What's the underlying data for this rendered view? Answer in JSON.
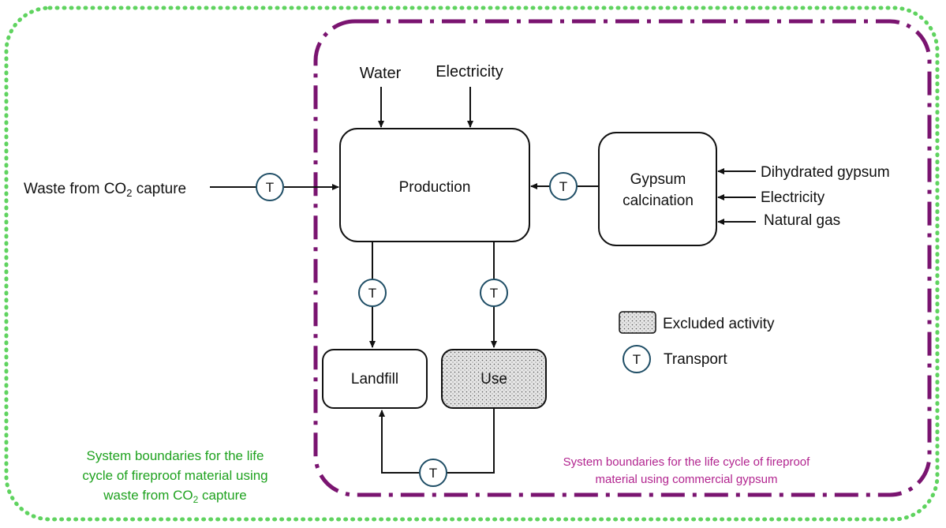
{
  "boundaries": {
    "outer_color": "#5fd35f",
    "inner_color": "#7a1470",
    "outer_label_lines": [
      "System boundaries for the life",
      "cycle of fireproof material using",
      "waste from CO",
      "2",
      " capture"
    ],
    "inner_label_lines": [
      "System boundaries for the life cycle of fireproof",
      "material using commercial gypsum"
    ]
  },
  "inputs": {
    "water": "Water",
    "electricity": "Electricity",
    "waste_prefix": "Waste from CO",
    "waste_sub": "2",
    "waste_suffix": " capture",
    "gypsum_inputs": [
      "Dihydrated gypsum",
      "Electricity",
      "Natural gas"
    ]
  },
  "boxes": {
    "production": "Production",
    "gypsum_line1": "Gypsum",
    "gypsum_line2": "calcination",
    "landfill": "Landfill",
    "use": "Use"
  },
  "transport_symbol": "T",
  "legend": {
    "excluded": "Excluded activity",
    "transport": "Transport"
  },
  "colors": {
    "transport_circle": "#1f4e66",
    "excluded_fill": "#d9d9d9"
  }
}
